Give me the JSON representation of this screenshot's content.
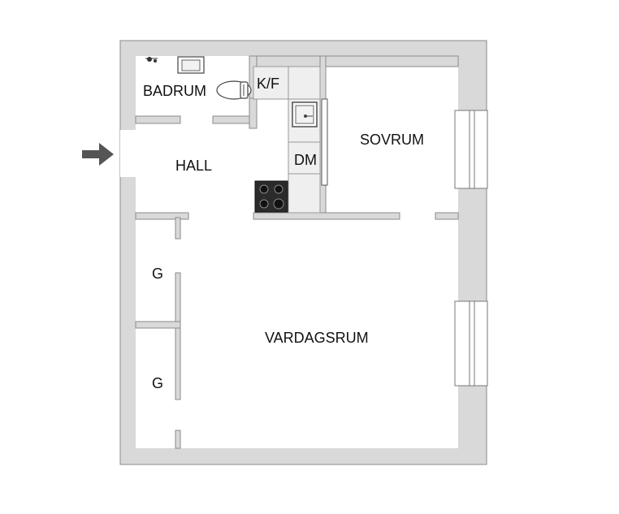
{
  "rooms": {
    "badrum": "BADRUM",
    "kf": "K/F",
    "hall": "HALL",
    "sovrum": "SOVRUM",
    "dm": "DM",
    "g1": "G",
    "g2": "G",
    "vardagsrum": "VARDAGSRUM"
  },
  "icons": {
    "entrance": "entrance-arrow-icon",
    "toilet": "toilet-icon",
    "sink": "bathroom-sink-icon",
    "kitchen_sink": "kitchen-sink-icon",
    "stove": "stove-icon",
    "windows": "window-icon"
  },
  "colors": {
    "wall": "#d9d9d9",
    "wall_outline": "#8a8a8a",
    "arrow": "#555555",
    "stove": "#2b2b2b"
  }
}
